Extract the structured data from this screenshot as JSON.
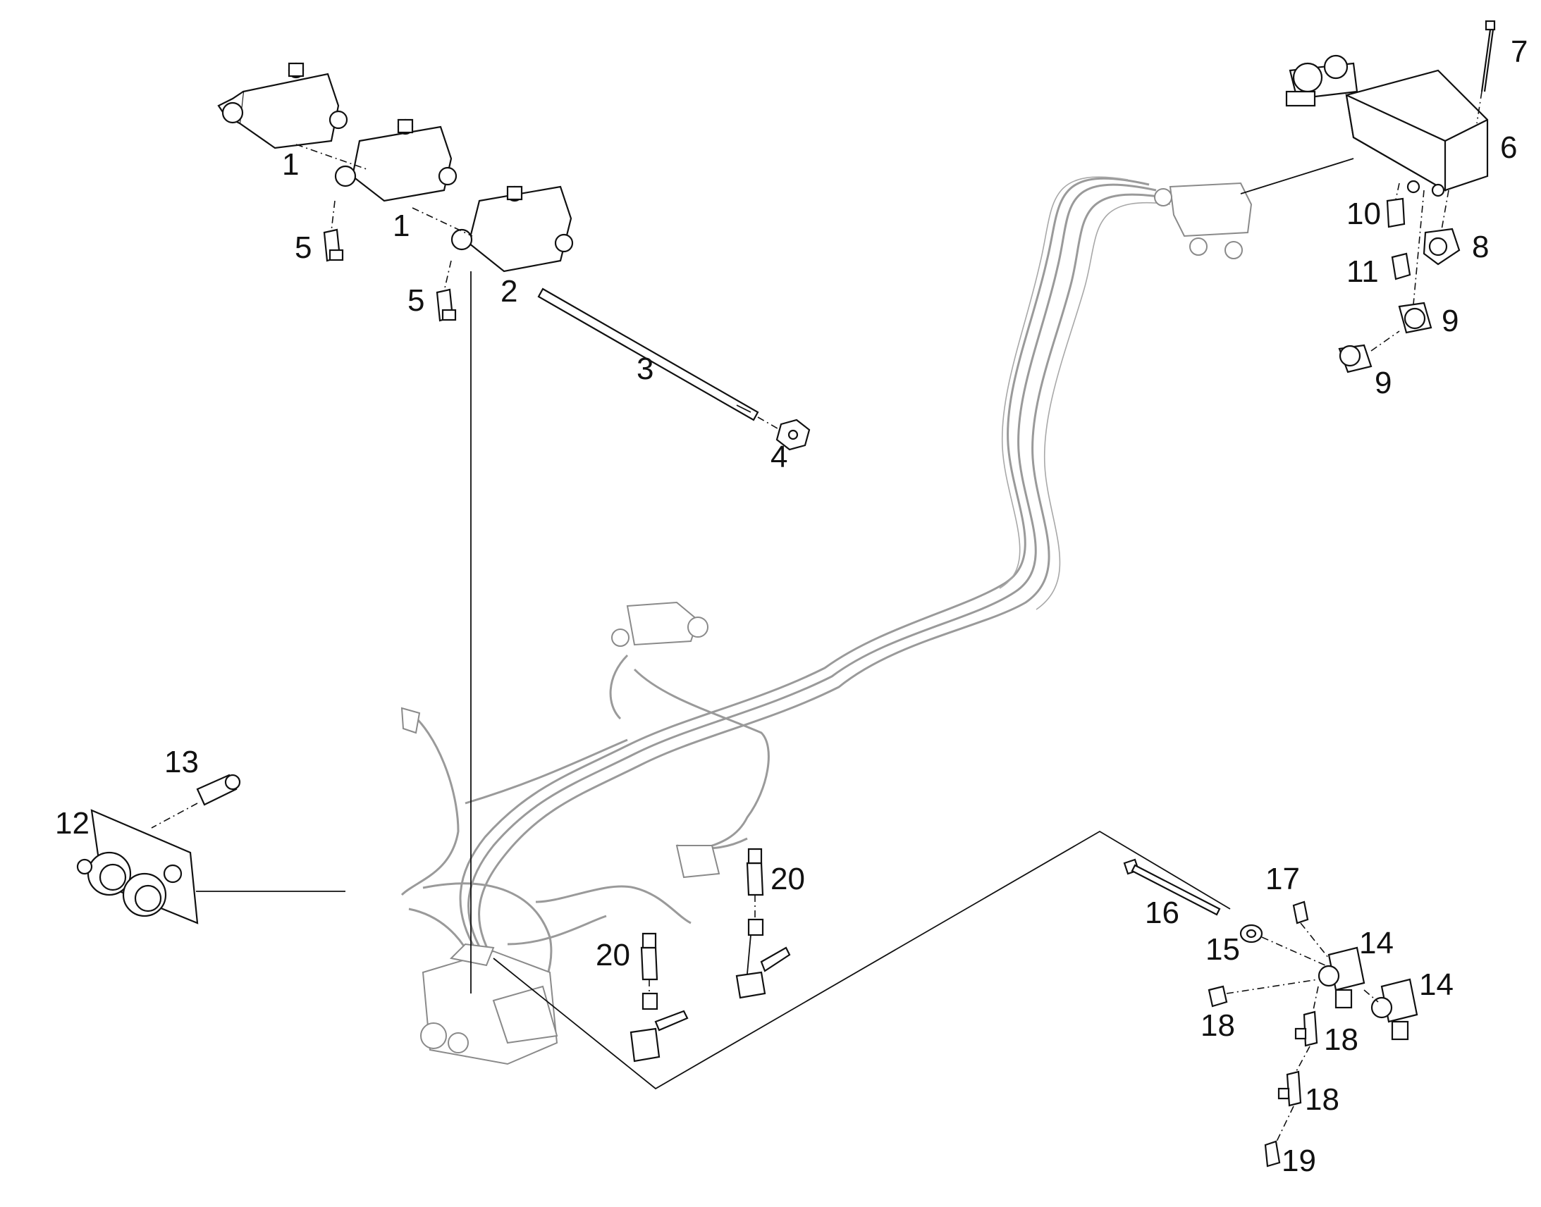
{
  "callouts": {
    "c1a": "1",
    "c1b": "1",
    "c2": "2",
    "c3": "3",
    "c4": "4",
    "c5a": "5",
    "c5b": "5",
    "c6": "6",
    "c7": "7",
    "c8": "8",
    "c9a": "9",
    "c9b": "9",
    "c10": "10",
    "c11": "11",
    "c12": "12",
    "c13": "13",
    "c14a": "14",
    "c14b": "14",
    "c15": "15",
    "c16": "16",
    "c17": "17",
    "c18a": "18",
    "c18b": "18",
    "c18c": "18",
    "c19": "19",
    "c20a": "20",
    "c20b": "20"
  }
}
